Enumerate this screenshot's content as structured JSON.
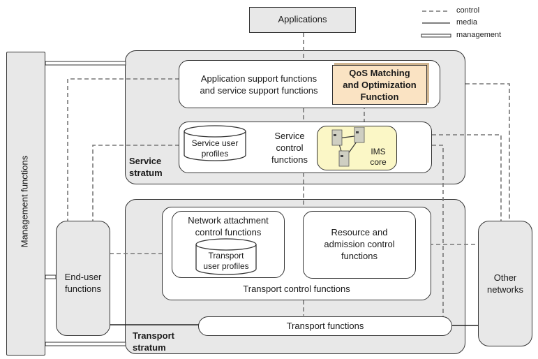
{
  "legend": {
    "control": "control",
    "media": "media",
    "management": "management"
  },
  "applications": "Applications",
  "management_functions": "Management functions",
  "service_stratum": {
    "label_line1": "Service",
    "label_line2": "stratum",
    "app_support_line1": "Application support functions",
    "app_support_line2": "and service support functions",
    "qos_line1": "QoS Matching",
    "qos_line2": "and Optimization",
    "qos_line3": "Function",
    "service_user_profiles_line1": "Service user",
    "service_user_profiles_line2": "profiles",
    "service_control_line1": "Service",
    "service_control_line2": "control",
    "service_control_line3": "functions",
    "ims_line1": "IMS",
    "ims_line2": "core"
  },
  "transport_stratum": {
    "label_line1": "Transport",
    "label_line2": "stratum",
    "nacf_line1": "Network attachment",
    "nacf_line2": "control functions",
    "transport_user_profiles_line1": "Transport",
    "transport_user_profiles_line2": "user profiles",
    "racf_line1": "Resource and",
    "racf_line2": "admission control",
    "racf_line3": "functions",
    "transport_control": "Transport control functions",
    "transport_functions": "Transport functions"
  },
  "end_user_line1": "End-user",
  "end_user_line2": "functions",
  "other_networks_line1": "Other",
  "other_networks_line2": "networks",
  "colors": {
    "stratum_fill": "#e8e8e8",
    "qos_fill": "#fae3c3",
    "ims_fill": "#fbf7c6",
    "control_line": "#777777",
    "media_line": "#222222"
  }
}
